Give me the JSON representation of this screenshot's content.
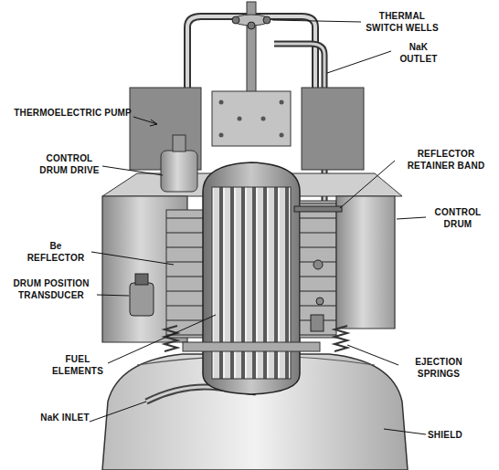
{
  "diagram": {
    "labels": [
      "THERMAL SWITCH WELLS",
      "NaK OUTLET",
      "THERMOELECTRIC PUMP",
      "CONTROL DRUM DRIVE",
      "REFLECTOR RETAINER BAND",
      "CONTROL DRUM",
      "Be REFLECTOR",
      "DRUM POSITION TRANSDUCER",
      "FUEL ELEMENTS",
      "EJECTION SPRINGS",
      "NaK INLET",
      "SHIELD"
    ]
  }
}
